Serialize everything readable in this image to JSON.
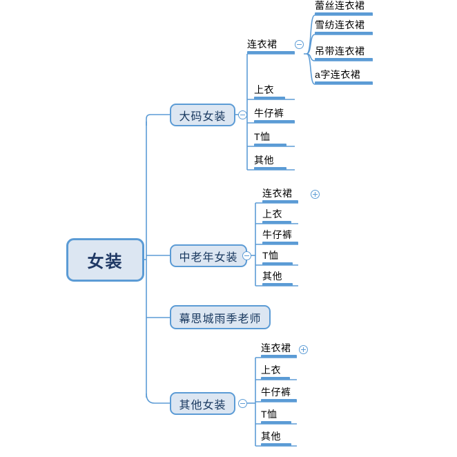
{
  "diagram": {
    "type": "mindmap",
    "title": "女装",
    "colors": {
      "node_fill": "#dce6f2",
      "node_border": "#5b9bd5",
      "root_text": "#1f3864",
      "branch_text": "#17375e",
      "leaf_text": "#000000",
      "connector": "#5b9bd5",
      "background": "#ffffff"
    }
  },
  "root": {
    "label": "女装"
  },
  "branches": [
    {
      "label": "大码女装",
      "toggle": "collapse",
      "toggle_icon": "minus-circle-icon",
      "children": [
        {
          "label": "连衣裙",
          "toggle": "collapse",
          "toggle_icon": "minus-circle-icon",
          "children": [
            {
              "label": "蕾丝连衣裙"
            },
            {
              "label": "雪纺连衣裙"
            },
            {
              "label": "吊带连衣裙"
            },
            {
              "label": "a字连衣裙"
            }
          ]
        },
        {
          "label": "上衣"
        },
        {
          "label": "牛仔裤"
        },
        {
          "label": "T恤"
        },
        {
          "label": "其他"
        }
      ]
    },
    {
      "label": "中老年女装",
      "toggle": "collapse",
      "toggle_icon": "minus-circle-icon",
      "children": [
        {
          "label": "连衣裙",
          "toggle": "expand",
          "toggle_icon": "plus-circle-icon",
          "children": []
        },
        {
          "label": "上衣"
        },
        {
          "label": "牛仔裤"
        },
        {
          "label": "T恤"
        },
        {
          "label": "其他"
        }
      ]
    },
    {
      "label": "幕思城雨季老师",
      "toggle": "none",
      "children": []
    },
    {
      "label": "其他女装",
      "toggle": "collapse",
      "toggle_icon": "minus-circle-icon",
      "children": [
        {
          "label": "连衣裙",
          "toggle": "expand",
          "toggle_icon": "plus-circle-icon",
          "children": []
        },
        {
          "label": "上衣"
        },
        {
          "label": "牛仔裤"
        },
        {
          "label": "T恤"
        },
        {
          "label": "其他"
        }
      ]
    }
  ]
}
